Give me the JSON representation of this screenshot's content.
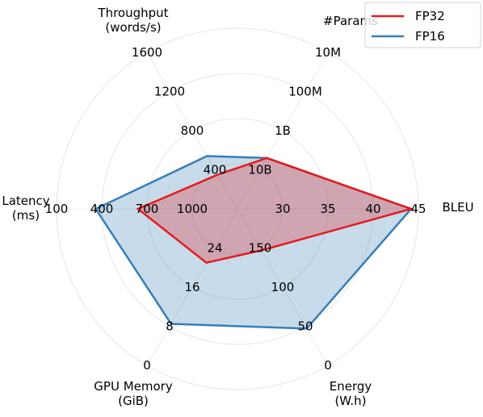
{
  "chart_data": {
    "type": "radar",
    "grid": true,
    "legend_position": "top-right",
    "axes": [
      {
        "id": "bleu",
        "label": [
          "BLEU"
        ],
        "ticks": [
          "30",
          "35",
          "40",
          "45"
        ]
      },
      {
        "id": "energy",
        "label": [
          "Energy",
          "(W.h)"
        ],
        "ticks": [
          "150",
          "100",
          "50",
          "0"
        ]
      },
      {
        "id": "gpu_memory",
        "label": [
          "GPU Memory",
          "(GiB)"
        ],
        "ticks": [
          "24",
          "16",
          "8",
          "0"
        ]
      },
      {
        "id": "latency",
        "label": [
          "Latency",
          "(ms)"
        ],
        "ticks": [
          "1000",
          "700",
          "400",
          "100"
        ]
      },
      {
        "id": "throughput",
        "label": [
          "Throughput",
          "(words/s)"
        ],
        "ticks": [
          "400",
          "800",
          "1200",
          "1600"
        ]
      },
      {
        "id": "params",
        "label": [
          "#Params"
        ],
        "ticks": [
          "10B",
          "1B",
          "100M",
          "10M"
        ]
      }
    ],
    "series": [
      {
        "name": "FP32",
        "color": "#e41a1c",
        "fill": "#e41a1c",
        "values": {
          "bleu": 44.2,
          "energy": 147,
          "gpu_memory": 21,
          "latency": 640,
          "throughput": 350,
          "params": "5B"
        }
      },
      {
        "name": "FP16",
        "color": "#377eb8",
        "fill": "#377eb8",
        "values": {
          "bleu": 44.2,
          "energy": 47,
          "gpu_memory": 8.5,
          "latency": 360,
          "throughput": 540,
          "params": "5B"
        }
      }
    ]
  }
}
